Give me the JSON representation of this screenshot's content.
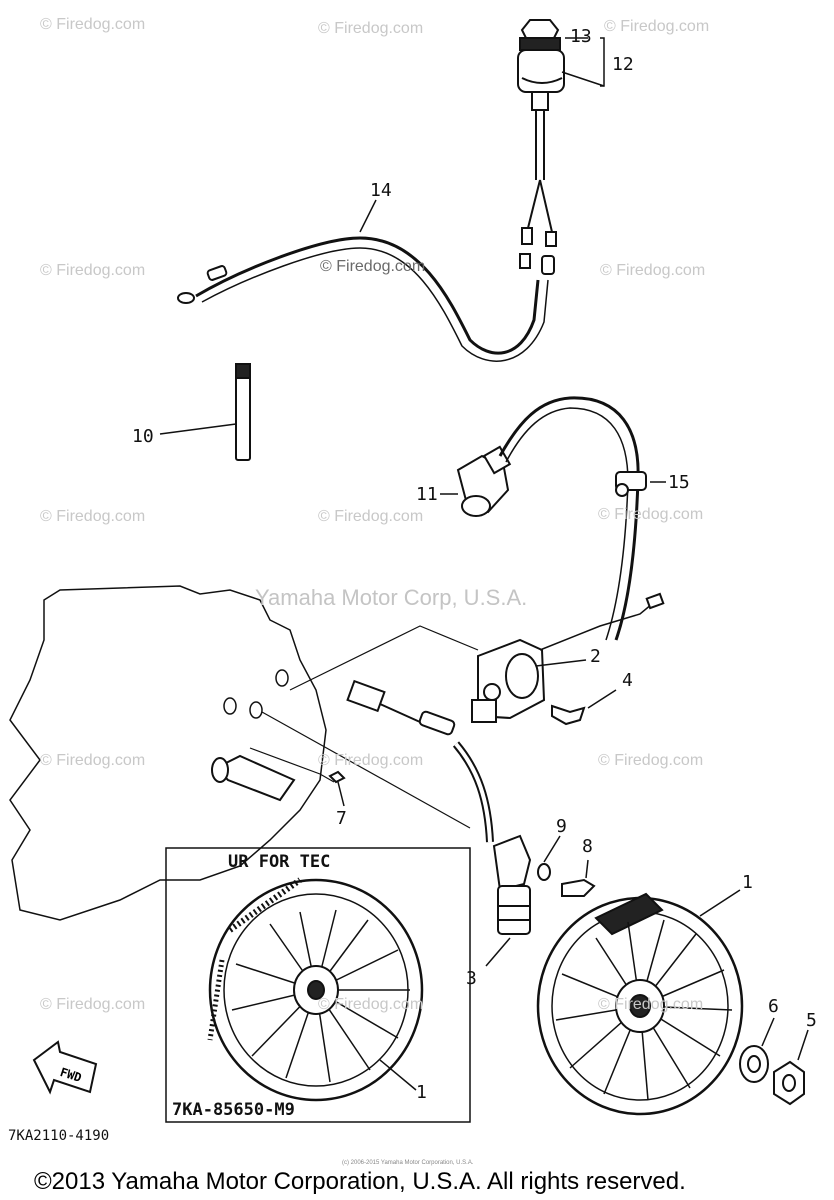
{
  "watermarks": [
    "© Firedog.com",
    "© Firedog.com",
    "© Firedog.com",
    "© Firedog.com",
    "© Firedog.com",
    "© Firedog.com",
    "© Firedog.com",
    "© Firedog.com",
    "© Firedog.com",
    "© Firedog.com",
    "© Firedog.com",
    "© Firedog.com",
    "© Firedog.com",
    "© Firedog.com"
  ],
  "watermark_center": "© Firedog.com",
  "brand_watermark": "Yamaha Motor Corp, U.S.A.",
  "callouts": {
    "c1a": "1",
    "c1b": "1",
    "c2": "2",
    "c3": "3",
    "c4": "4",
    "c5": "5",
    "c6": "6",
    "c7": "7",
    "c8": "8",
    "c9": "9",
    "c10": "10",
    "c11": "11",
    "c12": "12",
    "c13": "13",
    "c14": "14",
    "c15": "15"
  },
  "inset_box_title": "UR FOR TEC",
  "inset_box_part": "7KA-85650-M9",
  "diagram_code": "7KA2110-4190",
  "fwd_label": "FWD",
  "small_print": "(c) 2006-2015 Yamaha Motor Corporation, U.S.A.",
  "copyright": "©2013 Yamaha Motor Corporation, U.S.A. All rights reserved."
}
